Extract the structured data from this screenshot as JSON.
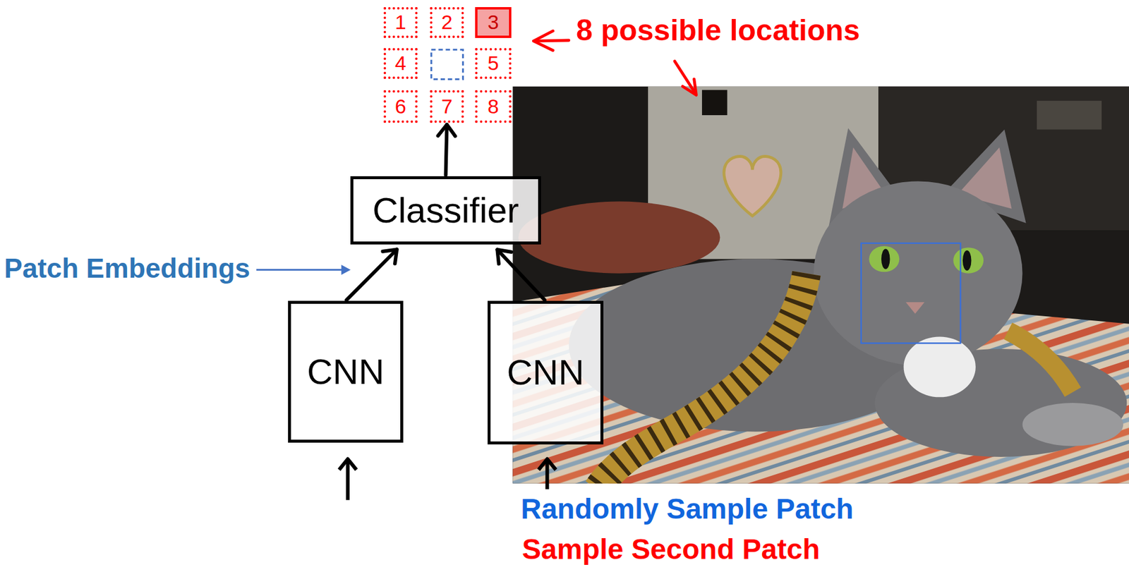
{
  "diagram": {
    "nodes": [
      {
        "text": [
          "1"
        ]
      },
      {
        "text": [
          "2"
        ]
      },
      {
        "text": [
          "3"
        ]
      },
      {
        "text": [
          "4"
        ]
      },
      {
        "text": [
          "5"
        ]
      },
      {
        "text": [
          "6"
        ]
      },
      {
        "text": [
          "7"
        ]
      },
      {
        "text": [
          "8"
        ]
      },
      {
        "text": [
          "Classifier"
        ]
      },
      {
        "text": [
          "CNN"
        ]
      },
      {
        "text": [
          "CNN"
        ]
      }
    ],
    "edges": [
      {
        "from": 9,
        "to": 8,
        "arrow": "to"
      },
      {
        "from": 10,
        "to": 8,
        "arrow": "to"
      },
      {
        "from": 8,
        "to": 6,
        "arrow": "to"
      }
    ],
    "labels": [
      "8 possible locations",
      "Patch Embeddings",
      "Randomly Sample Patch",
      "Sample Second Patch"
    ]
  }
}
